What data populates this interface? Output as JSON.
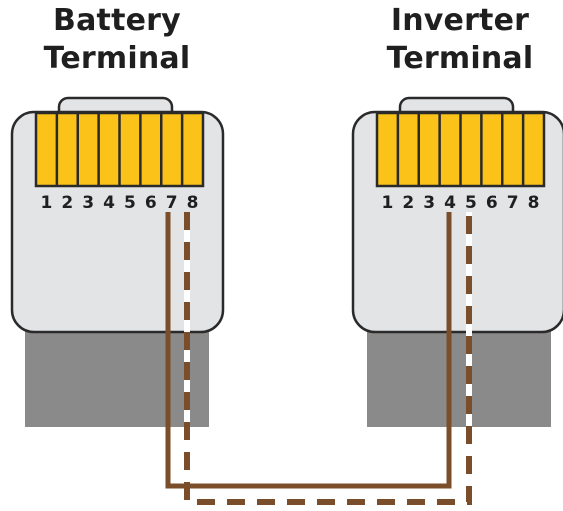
{
  "terminals": [
    {
      "id": "battery",
      "title_line1": "Battery",
      "title_line2": "Terminal",
      "pins": [
        "1",
        "2",
        "3",
        "4",
        "5",
        "6",
        "7",
        "8"
      ]
    },
    {
      "id": "inverter",
      "title_line1": "Inverter",
      "title_line2": "Terminal",
      "pins": [
        "1",
        "2",
        "3",
        "4",
        "5",
        "6",
        "7",
        "8"
      ]
    }
  ],
  "wiring": [
    {
      "from_terminal": "battery",
      "from_pin": "7",
      "to_terminal": "inverter",
      "to_pin": "4",
      "style": "solid-brown"
    },
    {
      "from_terminal": "battery",
      "from_pin": "8",
      "to_terminal": "inverter",
      "to_pin": "5",
      "style": "brown-white-striped"
    }
  ],
  "colors": {
    "housing": "#e3e4e6",
    "housing_stroke": "#2a2a2a",
    "boot": "#8a8a8a",
    "contacts": "#fbc31a",
    "wire_brown": "#7a4e2a",
    "wire_white": "#ffffff",
    "text": "#1f1f1f"
  }
}
